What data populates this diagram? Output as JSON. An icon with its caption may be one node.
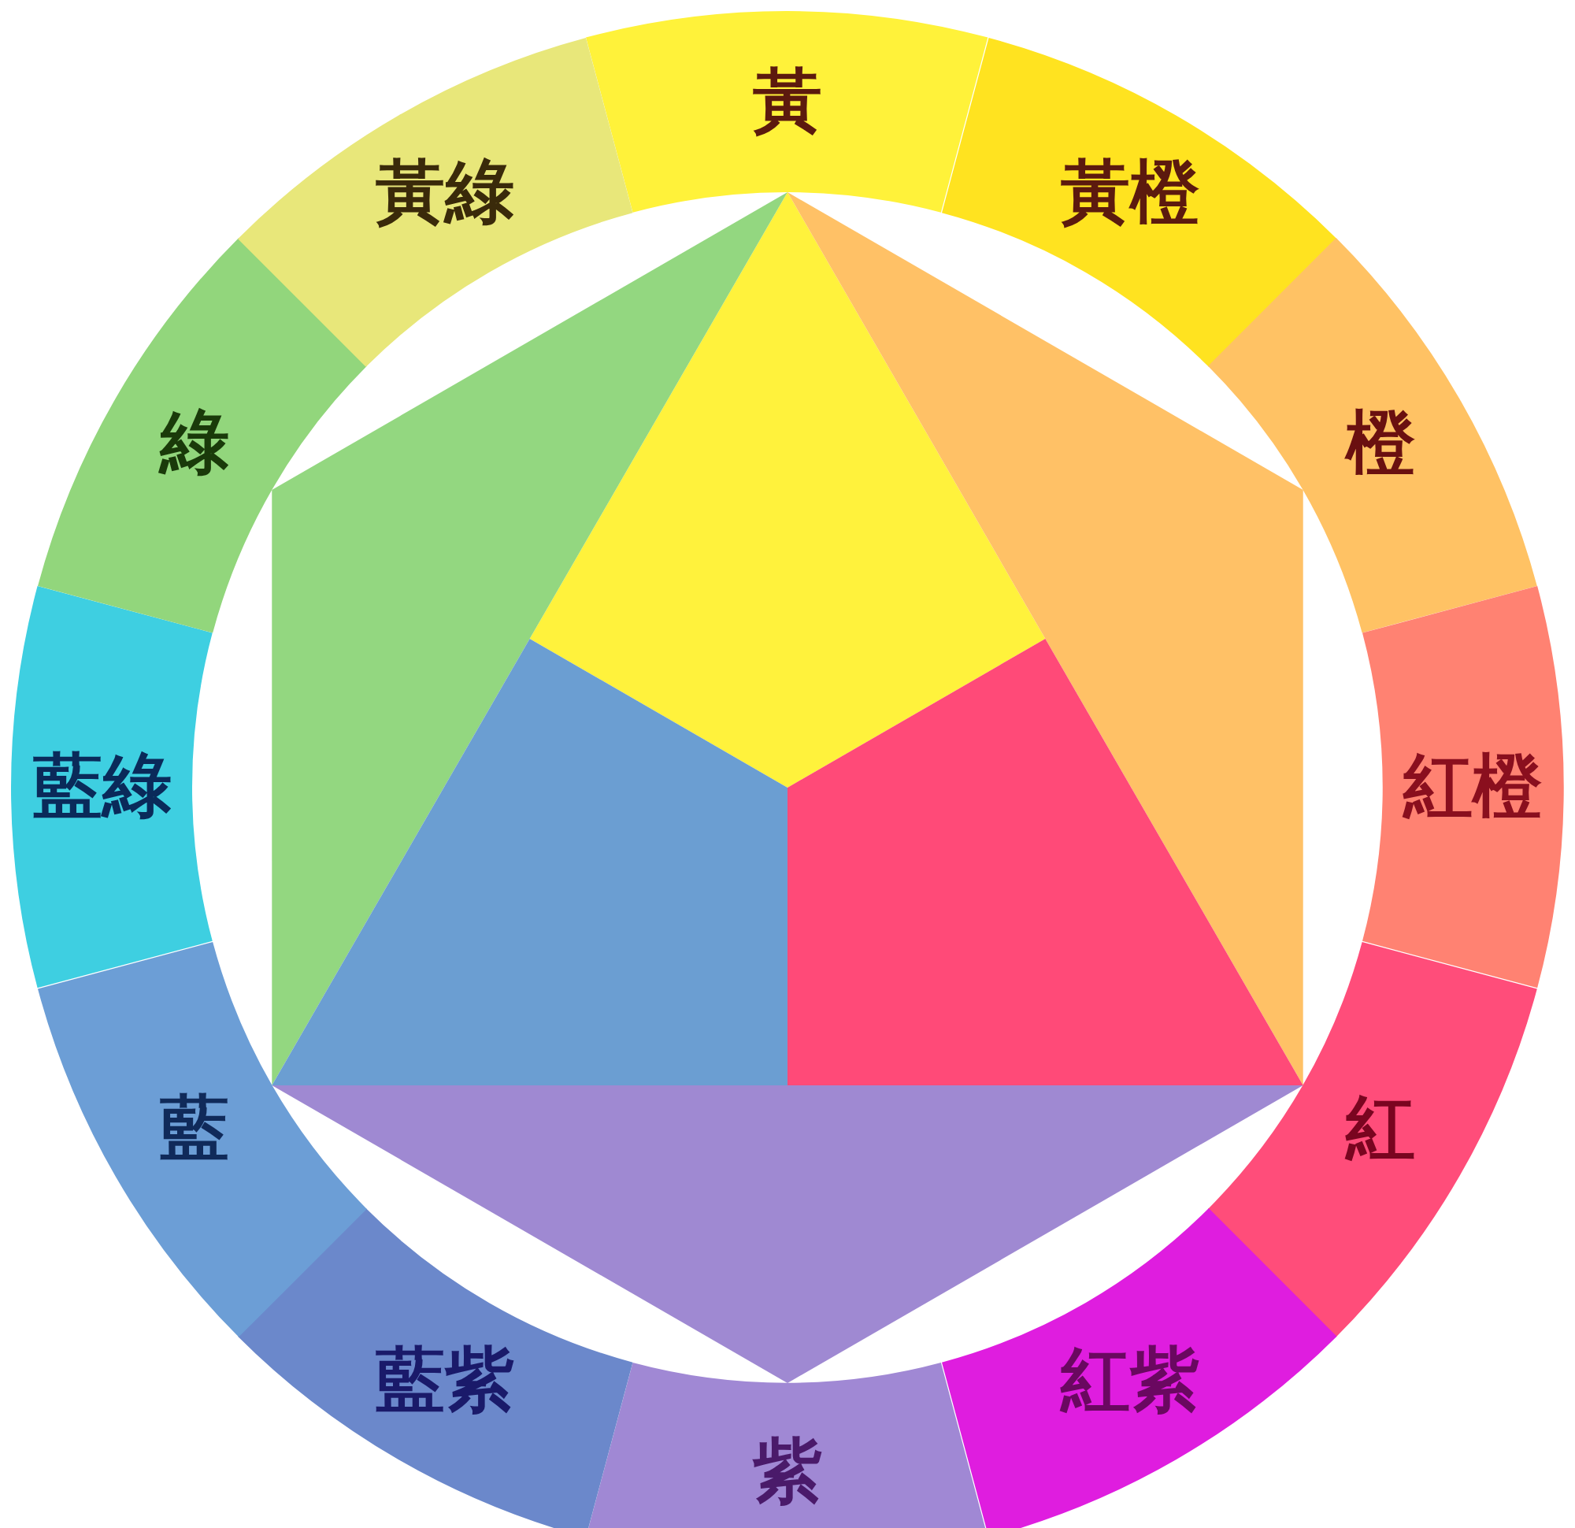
{
  "diagram": {
    "nodes": [
      {
        "text": [
          "黃"
        ]
      },
      {
        "text": [
          "黃橙"
        ]
      },
      {
        "text": [
          "橙"
        ]
      },
      {
        "text": [
          "紅橙"
        ]
      },
      {
        "text": [
          "紅"
        ]
      },
      {
        "text": [
          "紅紫"
        ]
      },
      {
        "text": [
          "紫"
        ]
      },
      {
        "text": [
          "藍紫"
        ]
      },
      {
        "text": [
          "藍"
        ]
      },
      {
        "text": [
          "藍綠"
        ]
      },
      {
        "text": [
          "綠"
        ]
      },
      {
        "text": [
          "黃綠"
        ]
      },
      {
        "text": [],
        "shape": "kite"
      },
      {
        "text": [],
        "shape": "triangle"
      },
      {
        "text": [],
        "shape": "triangle"
      },
      {
        "text": [],
        "shape": "kite"
      },
      {
        "text": [],
        "shape": "kite"
      },
      {
        "text": [],
        "shape": "triangle"
      }
    ]
  }
}
